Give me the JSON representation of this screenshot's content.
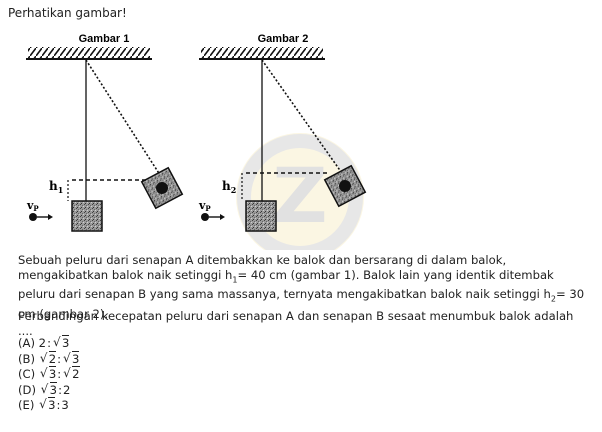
{
  "intro": "Perhatikan gambar!",
  "figure": {
    "fig1_title": "Gambar 1",
    "fig2_title": "Gambar 2",
    "fig1_height_label": "h",
    "fig1_height_sub": "1",
    "fig2_height_label": "h",
    "fig2_height_sub": "2",
    "velocity_label": "v",
    "velocity_sub": "P",
    "watermark_icon": "z-logo-watermark"
  },
  "paragraph1": {
    "part1": "Sebuah peluru dari senapan A ditembakkan ke balok dan bersarang di dalam balok, mengakibatkan balok naik setinggi h",
    "sub1": "1",
    "part2": "= 40 cm (gambar 1). Balok lain yang identik ditembak peluru dari senapan B yang sama massanya, ternyata mengakibatkan balok naik setinggi h",
    "sub2": "2",
    "part3": "= 30 cm (gambar 2)."
  },
  "paragraph2": "Perbandingan kecepatan peluru dari senapan A dan senapan B sesaat menumbuk balok adalah ....",
  "options": [
    {
      "label": "(A)",
      "left": "2",
      "right": "3",
      "left_is_root": false,
      "right_is_root": true
    },
    {
      "label": "(B)",
      "left": "2",
      "right": "3",
      "left_is_root": true,
      "right_is_root": true
    },
    {
      "label": "(C)",
      "left": "3",
      "right": "2",
      "left_is_root": true,
      "right_is_root": true
    },
    {
      "label": "(D)",
      "left": "3",
      "right": "2",
      "left_is_root": true,
      "right_is_root": false
    },
    {
      "label": "(E)",
      "left": "3",
      "right": "3",
      "left_is_root": true,
      "right_is_root": false
    }
  ]
}
